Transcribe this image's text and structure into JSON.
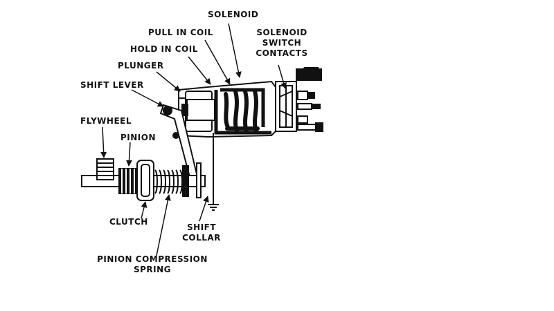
{
  "diagram": {
    "labels": {
      "solenoid": "SOLENOID",
      "pull_in_coil": "PULL IN COIL",
      "solenoid_switch_contacts": [
        "SOLENOID",
        "SWITCH",
        "CONTACTS"
      ],
      "hold_in_coil": "HOLD IN COIL",
      "plunger": "PLUNGER",
      "shift_lever": "SHIFT LEVER",
      "flywheel": "FLYWHEEL",
      "pinion": "PINION",
      "clutch": "CLUTCH",
      "shift_collar": [
        "SHIFT",
        "COLLAR"
      ],
      "pinion_compression_spring": [
        "PINION COMPRESSION",
        "SPRING"
      ]
    },
    "colors": {
      "ink": "#111111",
      "background": "#ffffff"
    }
  }
}
